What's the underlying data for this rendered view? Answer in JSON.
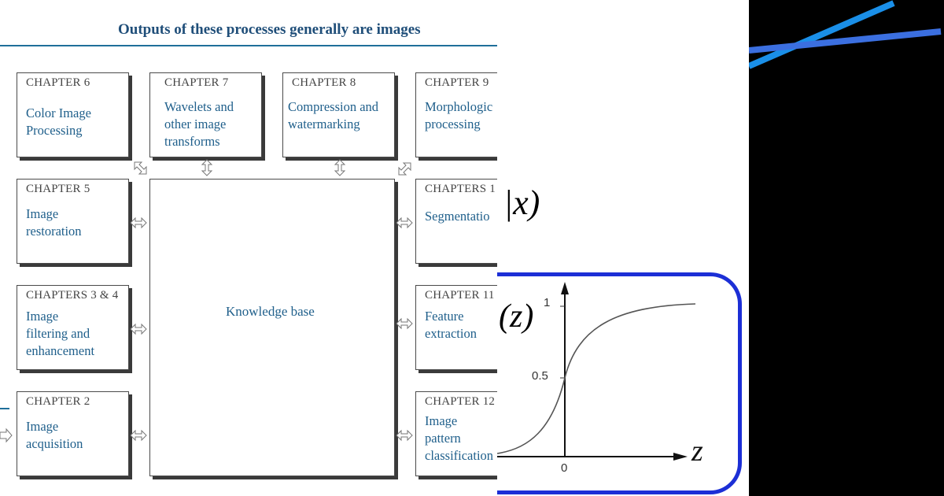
{
  "diagram": {
    "heading": "Outputs of these processes generally are images",
    "knowledge_base": "Knowledge base",
    "top_boxes": [
      {
        "chapter": "CHAPTER 6",
        "title": "Color Image\nProcessing"
      },
      {
        "chapter": "CHAPTER 7",
        "title": "Wavelets and\nother image\ntransforms"
      },
      {
        "chapter": "CHAPTER 8",
        "title": "Compression and\nwatermarking"
      },
      {
        "chapter": "CHAPTER 9",
        "title": "Morphologic\nprocessing"
      }
    ],
    "left_boxes": [
      {
        "chapter": "CHAPTER 5",
        "title": "Image\nrestoration"
      },
      {
        "chapter": "CHAPTERS 3 & 4",
        "title": "Image\nfiltering and\nenhancement"
      },
      {
        "chapter": "CHAPTER 2",
        "title": "Image\nacquisition"
      }
    ],
    "right_boxes": [
      {
        "chapter": "CHAPTERS 1",
        "title": "Segmentatio"
      },
      {
        "chapter": "CHAPTER 11",
        "title": "Feature\nextraction"
      },
      {
        "chapter": "CHAPTER 12",
        "title": "Image\npattern\nclassification"
      }
    ]
  },
  "math_fragments": {
    "frag_x": "|x)",
    "frag_z": "(z)"
  },
  "sigmoid_plot": {
    "tick_one": "1",
    "tick_half": "0.5",
    "tick_zero": "0",
    "axis_label": "z",
    "frame_color": "#1c2fd6"
  },
  "decor": {
    "line_colors": [
      "#1a8fe8",
      "#3b6fe0"
    ]
  }
}
